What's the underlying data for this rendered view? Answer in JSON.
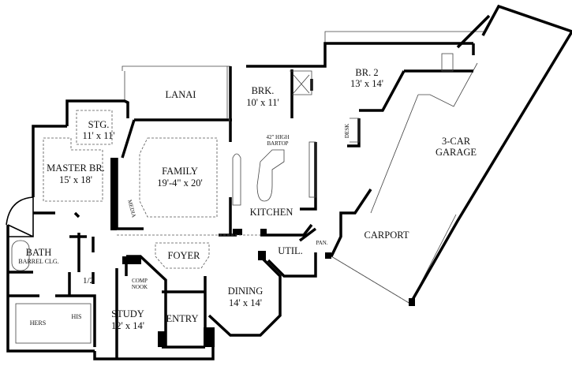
{
  "rooms": {
    "lanai": {
      "name": "LANAI"
    },
    "breakfast": {
      "name": "BRK.",
      "size": "10' x 11'"
    },
    "bedroom2": {
      "name": "BR. 2",
      "size": "13' x 14'"
    },
    "storage": {
      "name": "STG.",
      "size": "11' x 11'"
    },
    "master": {
      "name": "MASTER BR.",
      "size": "15' x 18'"
    },
    "family": {
      "name": "FAMILY",
      "size": "19'-4\" x 20'"
    },
    "bartop": {
      "line1": "42\" HIGH",
      "line2": "BARTOP"
    },
    "garage": {
      "line1": "3-CAR",
      "line2": "GARAGE"
    },
    "kitchen": {
      "name": "KITCHEN"
    },
    "carport": {
      "name": "CARPORT"
    },
    "bath": {
      "name": "BATH",
      "note": "BARREL CLG."
    },
    "foyer": {
      "name": "FOYER"
    },
    "utility": {
      "name": "UTIL."
    },
    "pantry": {
      "name": "PAN."
    },
    "half_bath": {
      "name": "1/2"
    },
    "comp_nook": {
      "line1": "COMP",
      "line2": "NOOK"
    },
    "dining": {
      "name": "DINING",
      "size": "14' x 14'"
    },
    "study": {
      "name": "STUDY",
      "size": "12' x 14'"
    },
    "entry": {
      "name": "ENTRY"
    },
    "hers_closet": {
      "name": "HERS"
    },
    "his_closet": {
      "name": "HIS"
    },
    "media": {
      "name": "MEDIA"
    },
    "desk": {
      "name": "DESK"
    }
  }
}
